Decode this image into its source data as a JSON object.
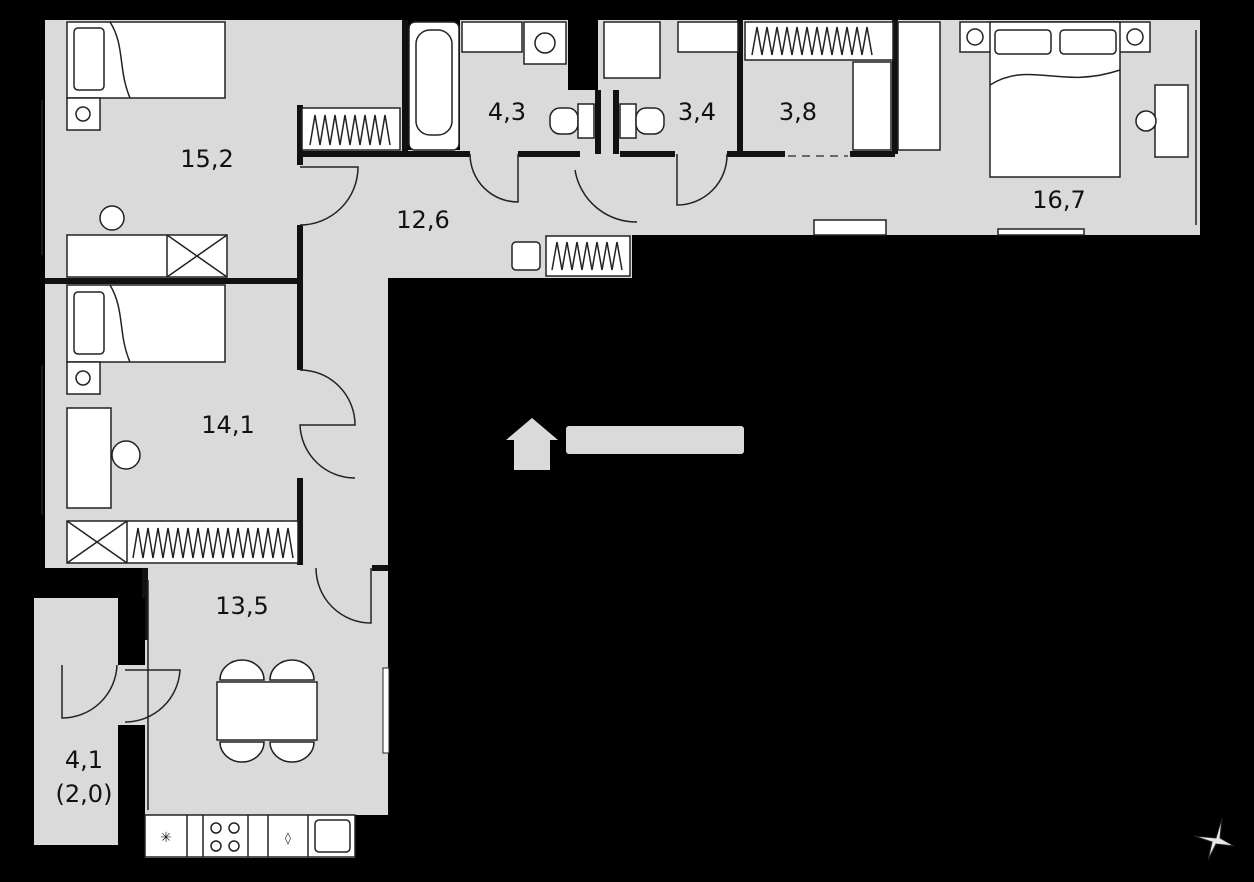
{
  "colors": {
    "background": "#000000",
    "floor": "#dadada",
    "furniture": "#ffffff",
    "wall": "#111111"
  },
  "rooms": [
    {
      "id": "bedroom-1",
      "area": "15,2"
    },
    {
      "id": "bathroom",
      "area": "4,3"
    },
    {
      "id": "wc",
      "area": "3,4"
    },
    {
      "id": "wardrobe",
      "area": "3,8"
    },
    {
      "id": "master-bedroom",
      "area": "16,7"
    },
    {
      "id": "hall",
      "area": "12,6"
    },
    {
      "id": "bedroom-2",
      "area": "14,1"
    },
    {
      "id": "kitchen",
      "area": "13,5"
    },
    {
      "id": "loggia",
      "area": "4,1",
      "sub_area": "(2,0)"
    }
  ],
  "icons": [
    "compass-icon",
    "logo-watermark-icon",
    "bathtub-icon",
    "toilet-icon",
    "sink-icon",
    "shower-icon",
    "washing-machine-icon",
    "bed-icon",
    "desk-icon",
    "chair-icon",
    "wardrobe-icon",
    "dining-table-icon",
    "stove-icon",
    "kitchen-sink-icon"
  ]
}
